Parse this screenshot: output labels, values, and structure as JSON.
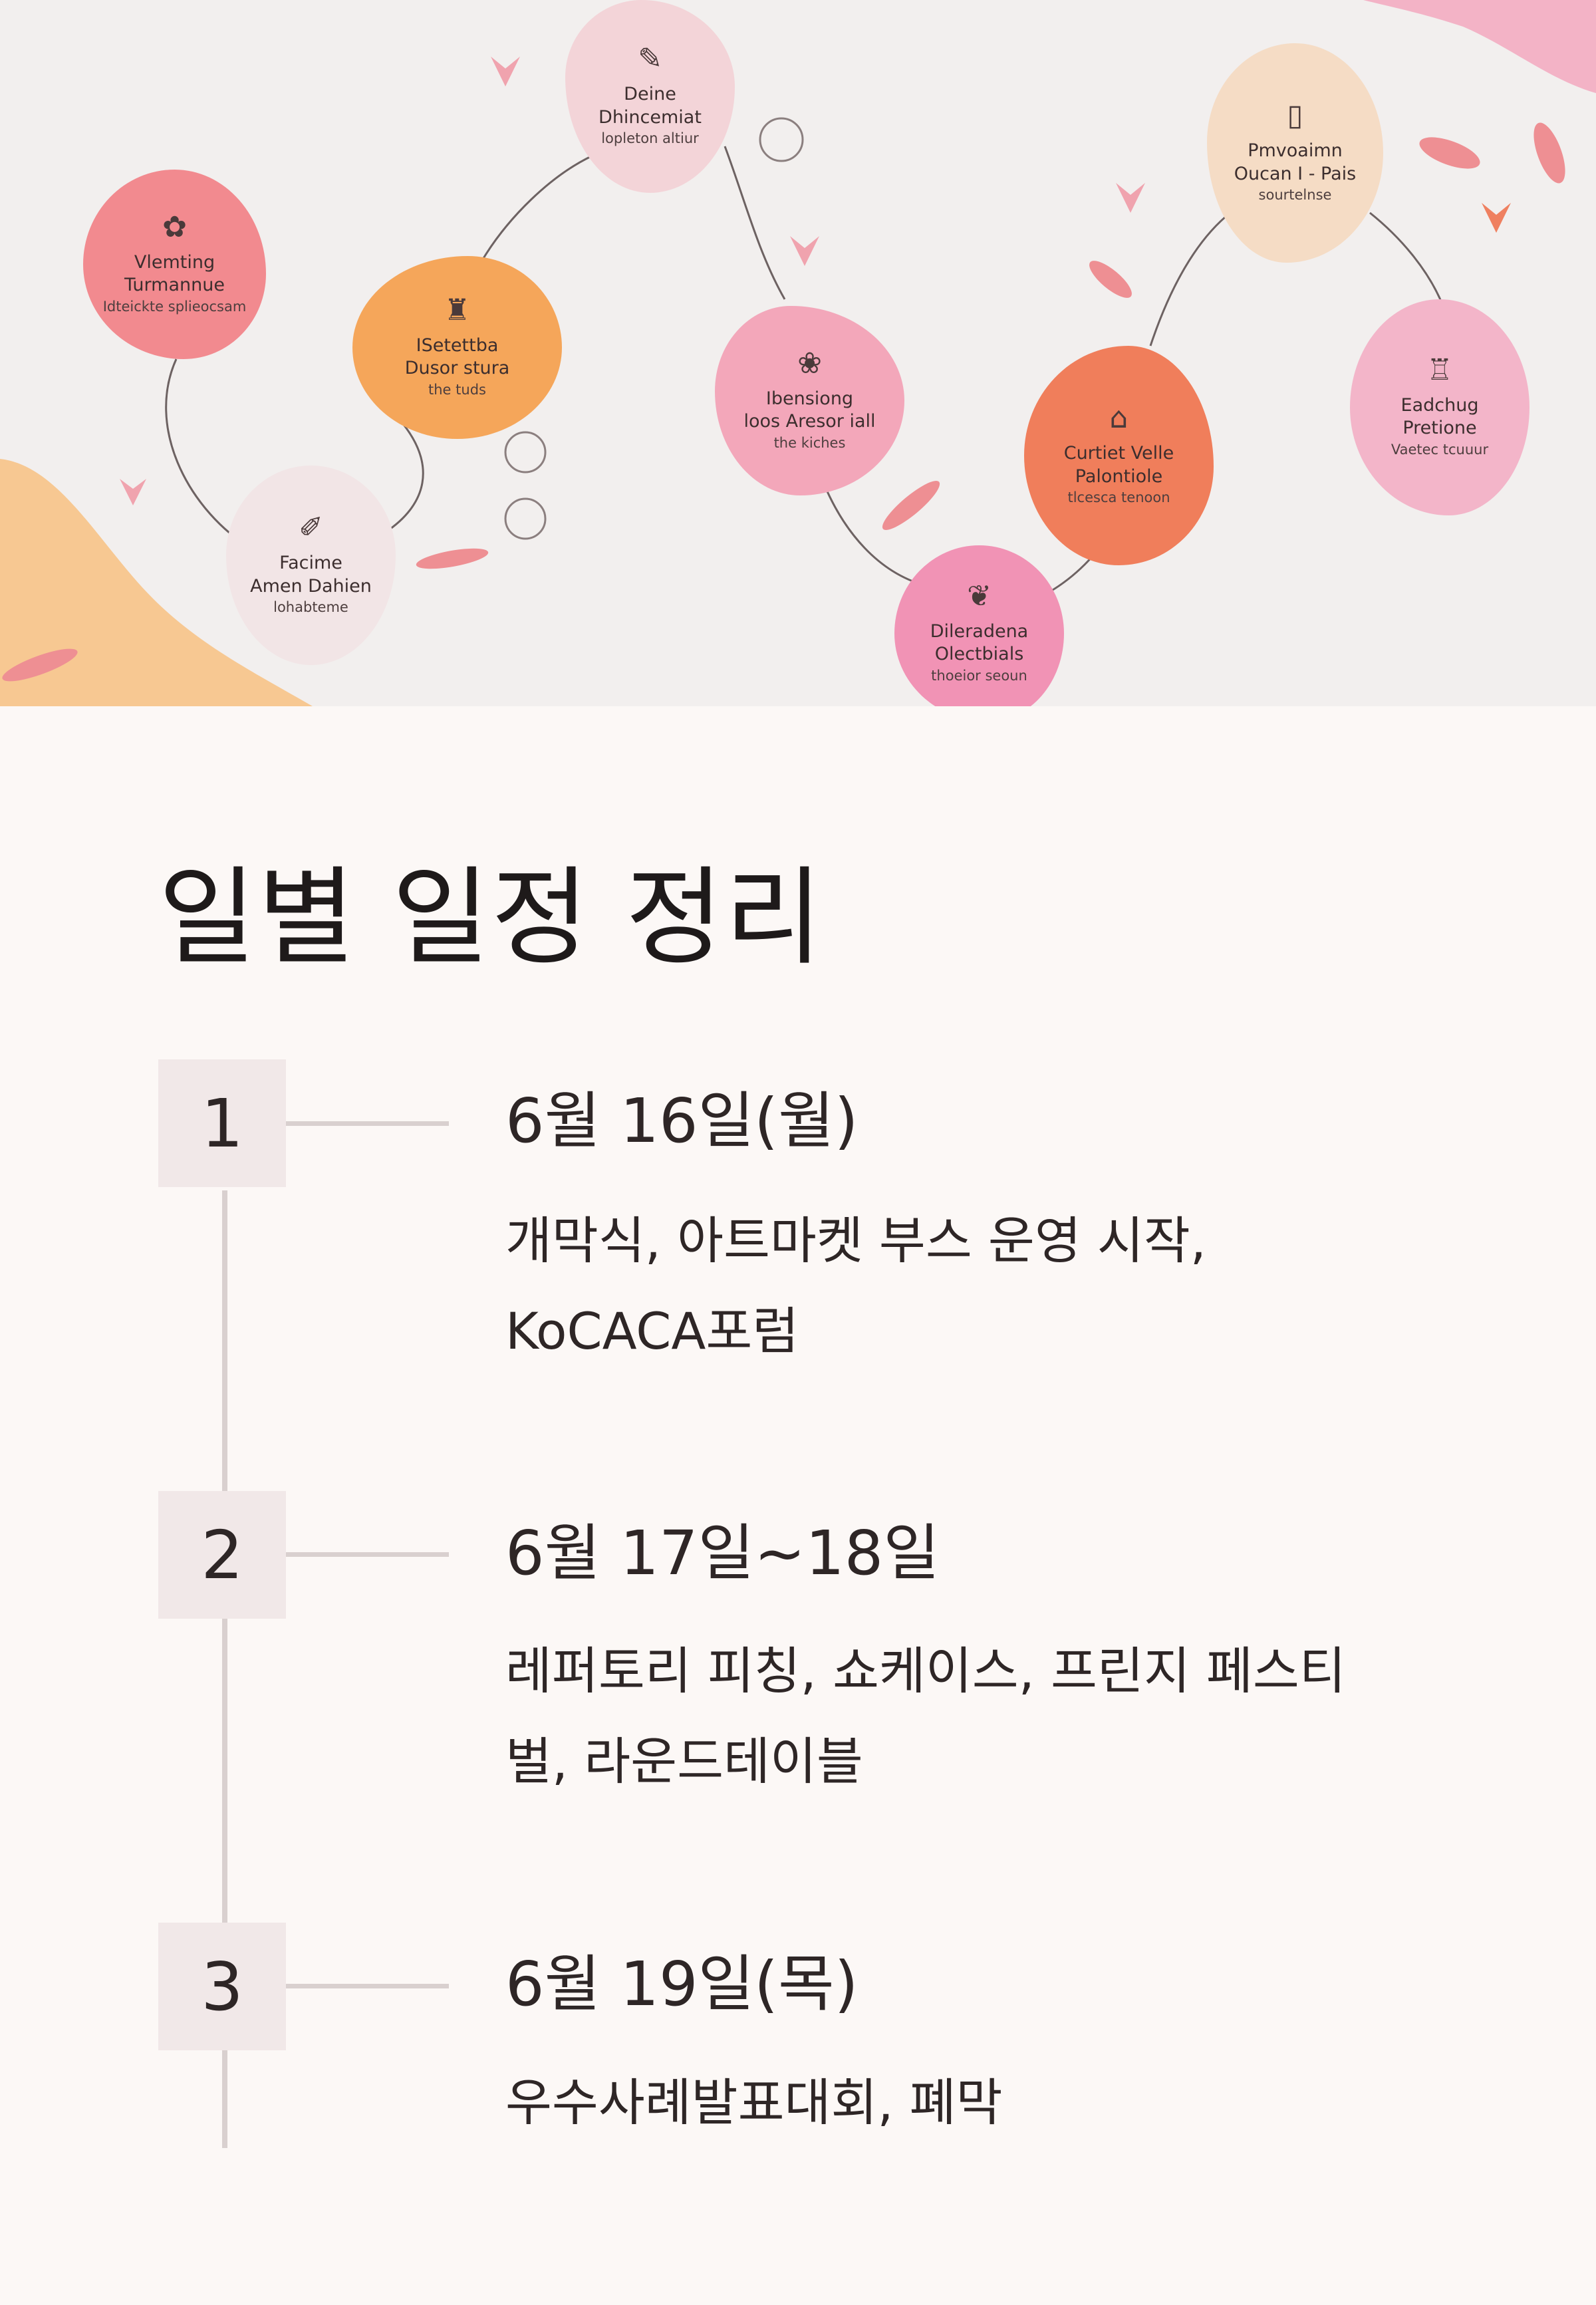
{
  "hero": {
    "nodes": [
      {
        "icon": "pen-icon",
        "glyph": "✎",
        "line1": "Deine",
        "line2": "Dhincemiat",
        "line3": "lopleton altiur",
        "color": "#f3d4d8"
      },
      {
        "icon": "cat-icon",
        "glyph": "✿",
        "line1": "Vlemting",
        "line2": "Turmannue",
        "line3": "Idteickte splieocsam",
        "color": "#f28a8f"
      },
      {
        "icon": "basket-icon",
        "glyph": "♜",
        "line1": "ISetettba",
        "line2": "Dusor stura",
        "line3": "the tuds",
        "color": "#f5a65a"
      },
      {
        "icon": "sketch-icon",
        "glyph": "✐",
        "line1": "Facime",
        "line2": "Amen Dahien",
        "line3": "lohabteme",
        "color": "#f2e5e6"
      },
      {
        "icon": "plants-icon",
        "glyph": "❀",
        "line1": "Ibensiong",
        "line2": "loos Aresor iall",
        "line3": "the kiches",
        "color": "#f3a7ba"
      },
      {
        "icon": "hands-icon",
        "glyph": "❦",
        "line1": "Dileradena",
        "line2": "Olectbials",
        "line3": "thoeior seoun",
        "color": "#f193b5"
      },
      {
        "icon": "cake-icon",
        "glyph": "⌂",
        "line1": "Curtiet Velle",
        "line2": "Palontiole",
        "line3": "tlcesca tenoon",
        "color": "#f07e5b"
      },
      {
        "icon": "phone-icon",
        "glyph": "▯",
        "line1": "Pmvoaimn",
        "line2": "Oucan I - Pais",
        "line3": "sourtelnse",
        "color": "#f5dcc5"
      },
      {
        "icon": "cake-stand-icon",
        "glyph": "♖",
        "line1": "Eadchug",
        "line2": "Pretione",
        "line3": "Vaetec tcuuur",
        "color": "#f3b5c9"
      }
    ]
  },
  "title": "일별 일정 정리",
  "steps": [
    {
      "number": "1",
      "date": "6월 16일(월)",
      "desc_line1": "개막식, 아트마켓 부스 운영 시작,",
      "desc_line2": "KoCACA포럼"
    },
    {
      "number": "2",
      "date": "6월 17일~18일",
      "desc_line1": "레퍼토리 피칭, 쇼케이스, 프린지 페스티",
      "desc_line2": "벌, 라운드테이블"
    },
    {
      "number": "3",
      "date": "6월 19일(목)",
      "desc_line1": "우수사례발표대회, 폐막",
      "desc_line2": ""
    }
  ],
  "colors": {
    "background": "#fcf8f6",
    "hero_background": "#f2efee",
    "step_box": "#f1e8e8",
    "timeline": "#d9d0cf",
    "text": "#2e2626"
  }
}
